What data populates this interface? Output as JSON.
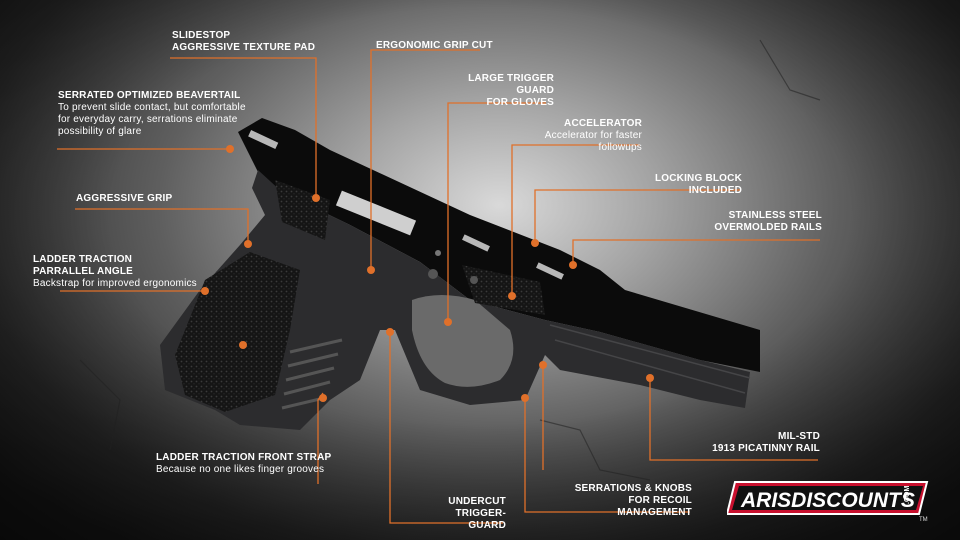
{
  "colors": {
    "accent": "#e0702a",
    "frame": "#2c2c2e",
    "slide": "#0b0b0b",
    "background": "#6e6e6e"
  },
  "callouts": [
    {
      "id": "slidestop",
      "lines": [
        "SLIDESTOP",
        "AGGRESSIVE TEXTURE PAD"
      ]
    },
    {
      "id": "beavertail",
      "lines": [
        "SERRATED OPTIMIZED BEAVERTAIL"
      ],
      "desc": [
        "To prevent slide contact, but comfortable",
        "for everyday carry, serrations eliminate",
        "possibility of glare"
      ]
    },
    {
      "id": "aggressive-grip",
      "lines": [
        "AGGRESSIVE GRIP"
      ]
    },
    {
      "id": "ladder-parallel",
      "lines": [
        "LADDER TRACTION",
        "PARRALLEL ANGLE"
      ],
      "desc": [
        "Backstrap for improved ergonomics"
      ]
    },
    {
      "id": "ladder-front",
      "lines": [
        "LADDER TRACTION FRONT STRAP"
      ],
      "desc": [
        "Because no one likes finger grooves"
      ]
    },
    {
      "id": "grip-cut",
      "lines": [
        "ERGONOMIC GRIP CUT"
      ]
    },
    {
      "id": "trigger-guard",
      "lines": [
        "LARGE TRIGGER GUARD",
        "FOR GLOVES"
      ]
    },
    {
      "id": "accelerator",
      "lines": [
        "ACCELERATOR"
      ],
      "desc": [
        "Accelerator for faster followups"
      ]
    },
    {
      "id": "locking-block",
      "lines": [
        "LOCKING BLOCK INCLUDED"
      ]
    },
    {
      "id": "rails",
      "lines": [
        "STAINLESS STEEL",
        "OVERMOLDED RAILS"
      ]
    },
    {
      "id": "picatinny",
      "lines": [
        "MIL-STD",
        "1913 PICATINNY RAIL"
      ]
    },
    {
      "id": "serrations",
      "lines": [
        "SERRATIONS & KNOBS",
        "FOR RECOIL MANAGEMENT"
      ]
    },
    {
      "id": "undercut",
      "lines": [
        "UNDERCUT",
        "TRIGGER-GUARD"
      ]
    }
  ],
  "logo": {
    "brand": "ARISDISCOUNTS",
    ".com": ".COM",
    "tm": "TM"
  }
}
